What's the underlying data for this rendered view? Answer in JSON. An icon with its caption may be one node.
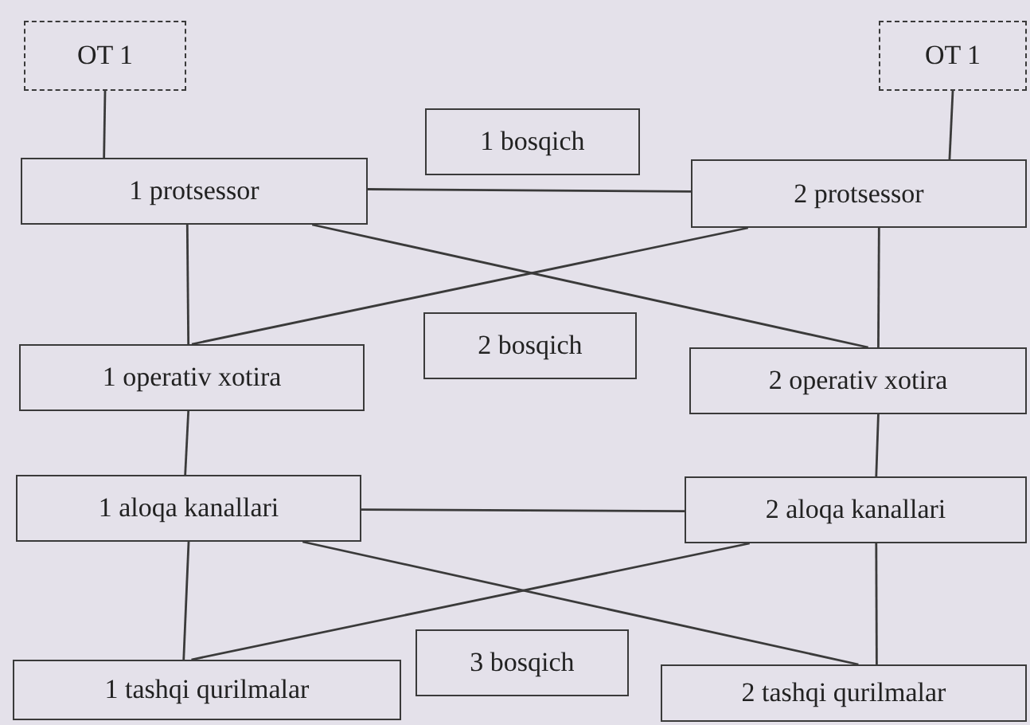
{
  "diagram": {
    "nodes": [
      {
        "text": [
          "OT 1"
        ]
      },
      {
        "text": [
          "OT 1"
        ]
      },
      {
        "text": [
          "1 bosqich"
        ]
      },
      {
        "text": [
          "1 protsessor"
        ]
      },
      {
        "text": [
          "2 protsessor"
        ]
      },
      {
        "text": [
          "2 bosqich"
        ]
      },
      {
        "text": [
          "1 operativ xotira"
        ]
      },
      {
        "text": [
          "2 operativ xotira"
        ]
      },
      {
        "text": [
          "1 aloqa kanallari"
        ]
      },
      {
        "text": [
          "2 aloqa kanallari"
        ]
      },
      {
        "text": [
          "3 bosqich"
        ]
      },
      {
        "text": [
          "1 tashqi qurilmalar"
        ]
      },
      {
        "text": [
          "2 tashqi qurilmalar"
        ]
      }
    ],
    "edges": [
      {
        "from": 0,
        "to": 3,
        "arrow": "none"
      },
      {
        "from": 1,
        "to": 4,
        "arrow": "none"
      },
      {
        "from": 3,
        "to": 4,
        "arrow": "none"
      },
      {
        "from": 3,
        "to": 6,
        "arrow": "none"
      },
      {
        "from": 4,
        "to": 7,
        "arrow": "none"
      },
      {
        "from": 3,
        "to": 7,
        "arrow": "none"
      },
      {
        "from": 4,
        "to": 6,
        "arrow": "none"
      },
      {
        "from": 6,
        "to": 8,
        "arrow": "none"
      },
      {
        "from": 7,
        "to": 9,
        "arrow": "none"
      },
      {
        "from": 8,
        "to": 9,
        "arrow": "none"
      },
      {
        "from": 8,
        "to": 11,
        "arrow": "none"
      },
      {
        "from": 9,
        "to": 12,
        "arrow": "none"
      },
      {
        "from": 8,
        "to": 12,
        "arrow": "none"
      },
      {
        "from": 9,
        "to": 11,
        "arrow": "none"
      }
    ]
  }
}
